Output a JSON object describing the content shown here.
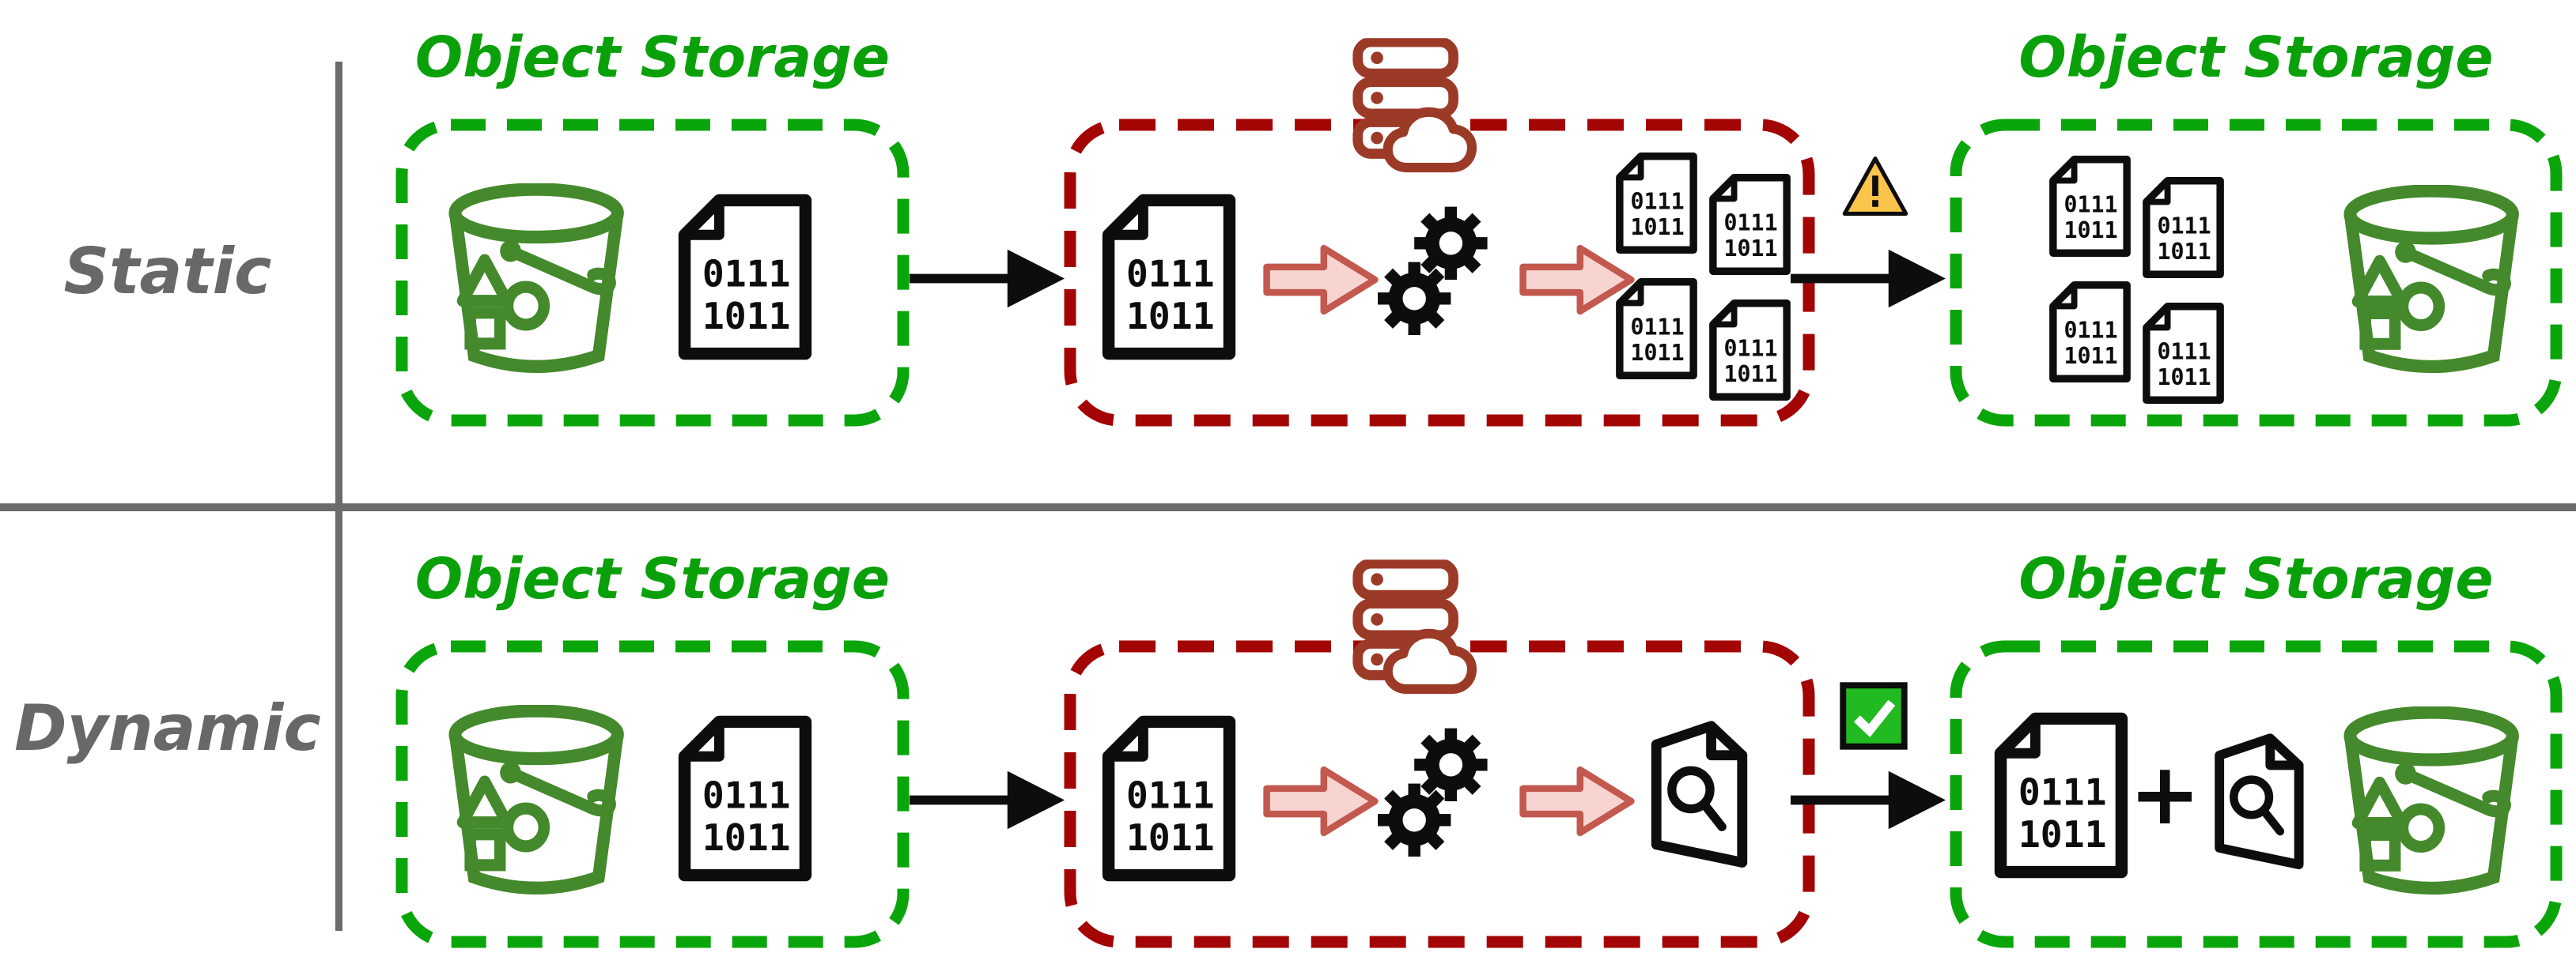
{
  "rows": [
    {
      "label": "Static",
      "source": {
        "title": "Object Storage"
      },
      "process": {
        "output_icon": "binary-files-group"
      },
      "status_icon": "warning-icon",
      "dest": {
        "title": "Object Storage"
      }
    },
    {
      "label": "Dynamic",
      "source": {
        "title": "Object Storage"
      },
      "process": {
        "output_icon": "index-file-icon"
      },
      "status_icon": "check-icon",
      "dest": {
        "title": "Object Storage",
        "plus": "+"
      }
    }
  ],
  "binary_file": {
    "line1": "0111",
    "line2": "1011"
  },
  "colors": {
    "accent_green": "#0AA00A",
    "dash_green": "#0AA50A",
    "bucket_green": "#44892B",
    "dash_red": "#A30505",
    "server_brown": "#9C3A28",
    "arrow_pink_fill": "#F7D4CF",
    "arrow_pink_border": "#C2584E",
    "warning_yellow": "#FBC54B",
    "check_green": "#21BA21",
    "row_label_gray": "#686868",
    "divider_gray": "#6B6B6B",
    "ink_black": "#0D0D0D"
  },
  "icons": [
    "bucket-icon",
    "binary-file-icon",
    "server-cloud-icon",
    "gears-icon",
    "black-arrow-icon",
    "pink-arrow-icon",
    "warning-icon",
    "check-icon",
    "index-file-icon",
    "plus-sign"
  ]
}
